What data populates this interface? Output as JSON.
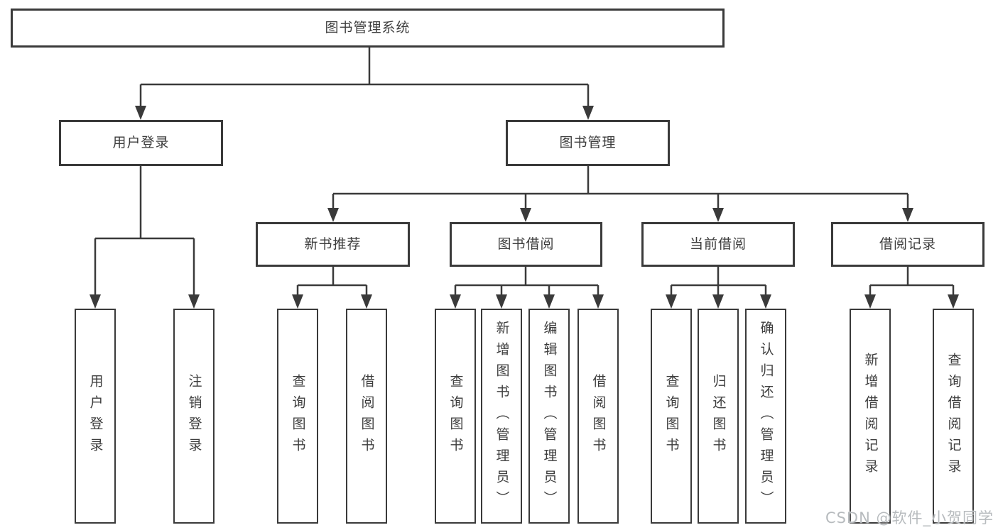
{
  "colors": {
    "line": "#3a3a3a",
    "box_border": "#3a3a3a",
    "text": "#3d3d3d",
    "watermark": "#b7bbbe",
    "background": "#ffffff"
  },
  "watermark": {
    "text": "CSDN @软件_小贺同学"
  },
  "tree": {
    "label": "图书管理系统",
    "children": [
      {
        "label": "用户登录",
        "children": [
          {
            "label": "用户登录"
          },
          {
            "label": "注销登录"
          }
        ]
      },
      {
        "label": "图书管理",
        "children": [
          {
            "label": "新书推荐",
            "children": [
              {
                "label": "查询图书"
              },
              {
                "label": "借阅图书"
              }
            ]
          },
          {
            "label": "图书借阅",
            "children": [
              {
                "label": "查询图书"
              },
              {
                "label": "新增图书（管理员）"
              },
              {
                "label": "编辑图书（管理员）"
              },
              {
                "label": "借阅图书"
              }
            ]
          },
          {
            "label": "当前借阅",
            "children": [
              {
                "label": "查询图书"
              },
              {
                "label": "归还图书"
              },
              {
                "label": "确认归还（管理员）"
              }
            ]
          },
          {
            "label": "借阅记录",
            "children": [
              {
                "label": "新增借阅记录"
              },
              {
                "label": "查询借阅记录"
              }
            ]
          }
        ]
      }
    ]
  }
}
